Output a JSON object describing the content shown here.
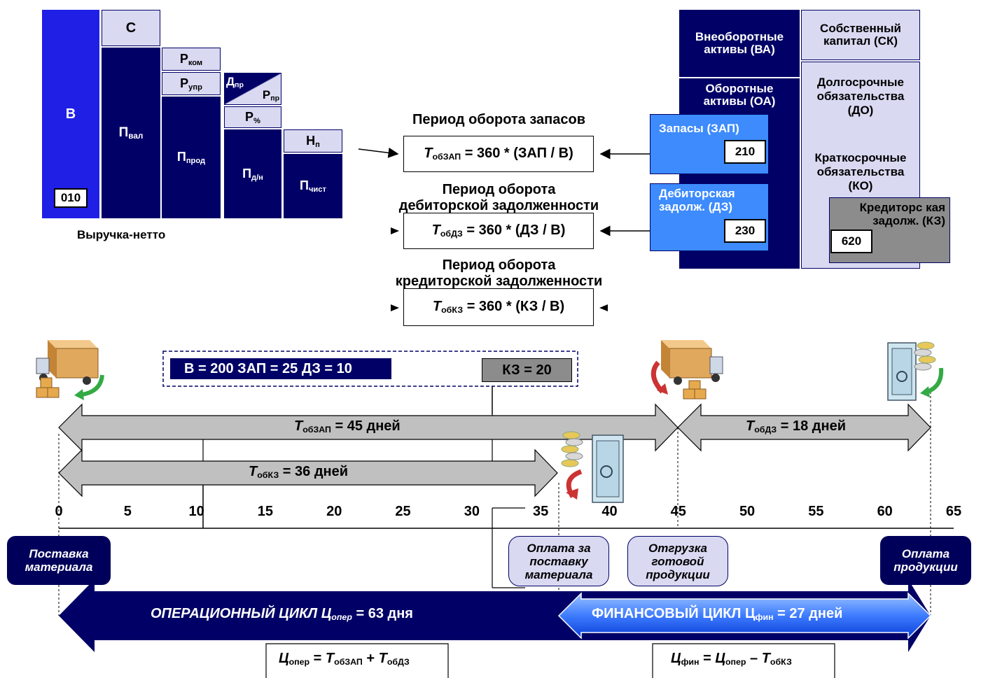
{
  "revenue": {
    "b": "В",
    "b_code": "010",
    "c": "С",
    "p_val": "П",
    "p_val_sub": "вал",
    "r_kom": "Р",
    "r_kom_sub": "ком",
    "r_upr": "Р",
    "r_upr_sub": "упр",
    "p_prod": "П",
    "p_prod_sub": "прод",
    "d_pr": "Д",
    "d_pr_sub": "пр",
    "r_pr": "Р",
    "r_pr_sub": "пр",
    "r_pct": "Р",
    "r_pct_sub": "%",
    "p_dn": "П",
    "p_dn_sub": "д/н",
    "n_p": "Н",
    "n_p_sub": "п",
    "p_chist": "П",
    "p_chist_sub": "чист",
    "caption": "Выручка-нетто"
  },
  "balance": {
    "va": "Внеоборотные активы (ВА)",
    "sk": "Собственный капитал (СК)",
    "oa": "Оборотные активы (ОА)",
    "do": "Долгосрочные обязательства (ДО)",
    "ko": "Краткосрочные обязательства (КО)",
    "zap": "Запасы (ЗАП)",
    "zap_code": "210",
    "dz": "Дебиторская задолж. (ДЗ)",
    "dz_code": "230",
    "kz": "Кредиторс кая задолж. (КЗ)",
    "kz_code": "620"
  },
  "formulas": {
    "t1_title": "Период оборота запасов",
    "t1": {
      "T": "Т",
      "sub": "обЗАП",
      "rest": "= 360 * (ЗАП / В)"
    },
    "t2_title_1": "Период оборота",
    "t2_title_2": "дебиторской задолженности",
    "t2": {
      "T": "Т",
      "sub": "обДЗ",
      "rest": "= 360 * (ДЗ / В)"
    },
    "t3_title_1": "Период оборота",
    "t3_title_2": "кредиторской задолженности",
    "t3": {
      "T": "Т",
      "sub": "обКЗ",
      "rest": "= 360 * (КЗ / В)"
    }
  },
  "inputs": {
    "values": "В = 200 ЗАП = 25 ДЗ = 10",
    "kz": "КЗ = 20"
  },
  "timeline": {
    "ticks": [
      "0",
      "5",
      "10",
      "15",
      "20",
      "25",
      "30",
      "35",
      "40",
      "45",
      "50",
      "55",
      "60",
      "65"
    ],
    "zap_T": "Т",
    "zap_sub": "обЗАП",
    "zap_val": "= 45 дней",
    "dz_T": "Т",
    "dz_sub": "обДЗ",
    "dz_val": "= 18 дней",
    "kz_T": "Т",
    "kz_sub": "обКЗ",
    "kz_val": "= 36 дней"
  },
  "events": {
    "supply": "Поставка материала",
    "pay_supply": "Оплата за поставку материала",
    "ship": "Отгрузка готовой продукции",
    "pay_prod": "Оплата продукции"
  },
  "cycles": {
    "oper_label": "ОПЕРАЦИОННЫЙ ЦИКЛ Ц",
    "oper_sub": "опер",
    "oper_val": "= 63 дня",
    "fin_label": "ФИНАНСОВЫЙ ЦИКЛ Ц",
    "fin_sub": "фин",
    "fin_val": "= 27 дней",
    "f_oper": {
      "a": "Ц",
      "a_sub": "опер",
      "eq": " = ",
      "b": "Т",
      "b_sub": "обЗАП",
      "plus": " + ",
      "c": "Т",
      "c_sub": "обДЗ"
    },
    "f_fin": {
      "a": "Ц",
      "a_sub": "фин",
      "eq": " = ",
      "b": "Ц",
      "b_sub": "опер",
      "minus": " – ",
      "c": "Т",
      "c_sub": "обКЗ"
    }
  },
  "colors": {
    "navy": "#000066",
    "royal": "#1f1fe6",
    "lavender": "#d9d9f2",
    "sky": "#3d8bfd",
    "grey": "#8c8c8c",
    "arrow_grey": "#c0c0c0",
    "red": "#cc3333",
    "green": "#33aa44"
  }
}
